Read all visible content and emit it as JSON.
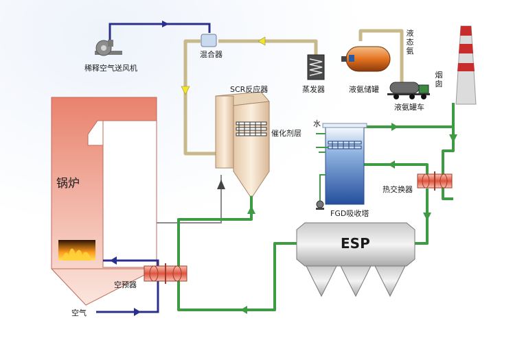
{
  "labels": {
    "dilution_fan": "稀释空气送风机",
    "mixer": "混合器",
    "evaporator": "蒸发器",
    "ammonia_tank": "液氨储罐",
    "liquid_ammonia_vertical": "液态氨",
    "tanker_truck": "液氨罐车",
    "chimney": "烟囱",
    "scr_reactor": "SCR反应器",
    "catalyst_layer": "催化剂层",
    "water": "水",
    "boiler": "锅炉",
    "fgd_tower": "FGD吸收塔",
    "heat_exchanger": "热交换器",
    "esp": "ESP",
    "air_preheater": "空预器",
    "air": "空气"
  },
  "colors": {
    "ammonia_line": "#c8b98a",
    "blue_line": "#2b2f8c",
    "green_line": "#3e9a43",
    "gray_line": "#8a8a8a",
    "boiler_fill": "#e7826e",
    "fgd_fill": "#3e67b0",
    "chimney_red": "#c82d2d"
  },
  "icons": [
    "fan-icon",
    "fire-icon",
    "truck-icon",
    "heat-exchanger-icon",
    "pump-icon"
  ]
}
